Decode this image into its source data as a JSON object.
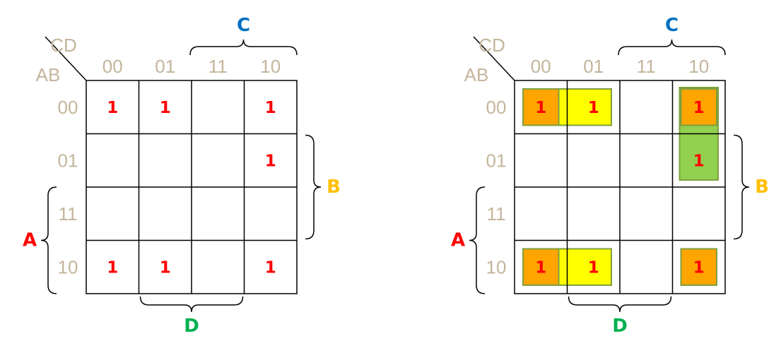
{
  "kmap_left": {
    "corner_cd": "CD",
    "corner_ab": "AB",
    "col_labels": [
      "00",
      "01",
      "11",
      "10"
    ],
    "row_labels": [
      "00",
      "01",
      "11",
      "10"
    ],
    "cells": [
      [
        "1",
        "1",
        "",
        "1"
      ],
      [
        "",
        "",
        "",
        "1"
      ],
      [
        "",
        "",
        "",
        ""
      ],
      [
        "1",
        "1",
        "",
        "1"
      ]
    ],
    "var_c": "C",
    "var_b": "B",
    "var_a": "A",
    "var_d": "D"
  },
  "kmap_right": {
    "corner_cd": "CD",
    "corner_ab": "AB",
    "col_labels": [
      "00",
      "01",
      "11",
      "10"
    ],
    "row_labels": [
      "00",
      "01",
      "11",
      "10"
    ],
    "cells": [
      [
        "1",
        "1",
        "",
        "1"
      ],
      [
        "",
        "",
        "",
        "1"
      ],
      [
        "",
        "",
        "",
        ""
      ],
      [
        "1",
        "1",
        "",
        "1"
      ]
    ],
    "var_c": "C",
    "var_b": "B",
    "var_a": "A",
    "var_d": "D",
    "groups": [
      {
        "cells": [
          [
            0,
            0
          ],
          [
            0,
            1
          ]
        ],
        "color": "yellow"
      },
      {
        "cells": [
          [
            3,
            0
          ],
          [
            3,
            1
          ]
        ],
        "color": "yellow"
      },
      {
        "cells": [
          [
            0,
            3
          ],
          [
            1,
            3
          ]
        ],
        "color": "green"
      },
      {
        "cells": [
          [
            0,
            0
          ]
        ],
        "color": "orange"
      },
      {
        "cells": [
          [
            3,
            0
          ]
        ],
        "color": "orange"
      },
      {
        "cells": [
          [
            0,
            3
          ]
        ],
        "color": "orange"
      },
      {
        "cells": [
          [
            3,
            3
          ]
        ],
        "color": "orange"
      }
    ]
  },
  "colors": {
    "label_tan": "#c4b59b",
    "one_red": "#ff0000",
    "var_a": "#ff0000",
    "var_b": "#ffc000",
    "var_c": "#0070c0",
    "var_d": "#00b050",
    "grid": "#000000",
    "group_yellow": "#ffff00",
    "group_green": "#92d050",
    "group_orange": "#ffa500",
    "group_stroke": "#7f9f3f"
  }
}
